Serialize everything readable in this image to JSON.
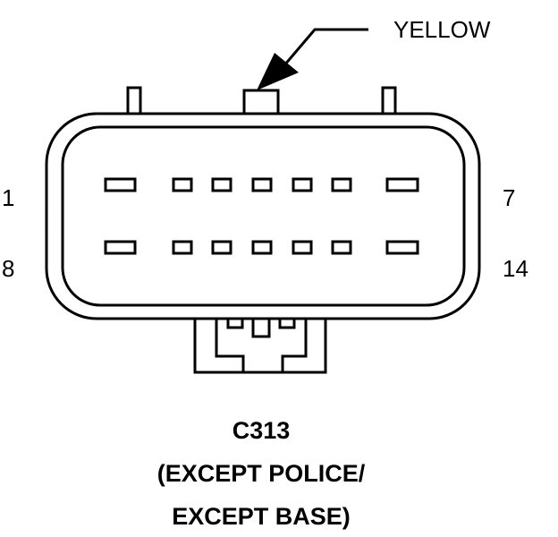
{
  "connector": {
    "callout_label": "YELLOW",
    "pin_labels": {
      "top_left": "1",
      "top_right": "7",
      "bottom_left": "8",
      "bottom_right": "14"
    },
    "caption": {
      "line1": "C313",
      "line2": "(EXCEPT POLICE/",
      "line3": "EXCEPT BASE)"
    }
  }
}
